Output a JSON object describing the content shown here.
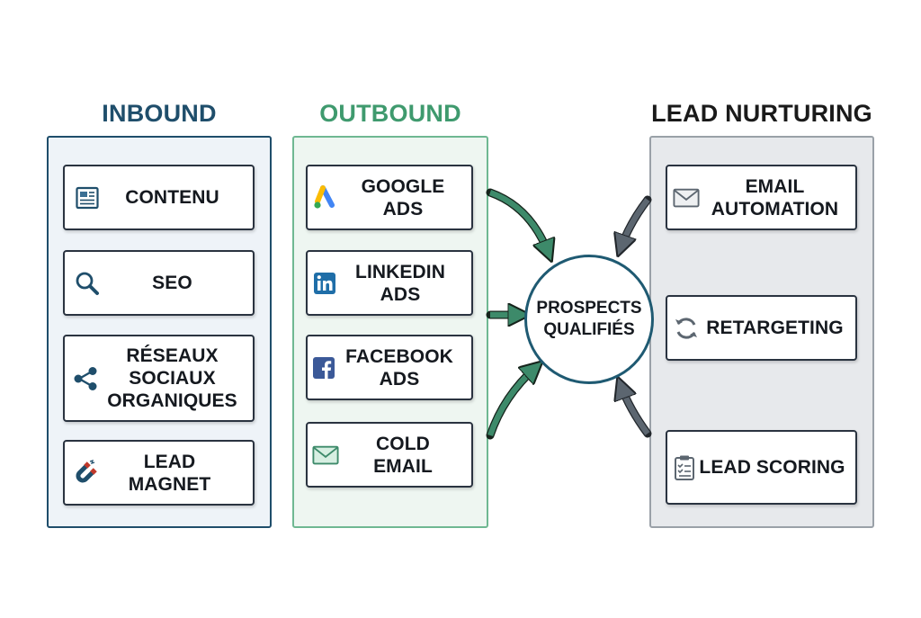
{
  "inbound": {
    "title": "INBOUND",
    "items": [
      {
        "label": "CONTENU",
        "icon": "newspaper-icon"
      },
      {
        "label": "SEO",
        "icon": "magnifier-icon"
      },
      {
        "label": "RÉSEAUX\nSOCIAUX\nORGANIQUES",
        "icon": "share-icon"
      },
      {
        "label": "LEAD MAGNET",
        "icon": "magnet-icon"
      }
    ]
  },
  "outbound": {
    "title": "OUTBOUND",
    "items": [
      {
        "label": "GOOGLE ADS",
        "icon": "google-ads-icon"
      },
      {
        "label": "LINKEDIN\nADS",
        "icon": "linkedin-icon"
      },
      {
        "label": "FACEBOOK\nADS",
        "icon": "facebook-icon"
      },
      {
        "label": "COLD EMAIL",
        "icon": "envelope-icon"
      }
    ]
  },
  "nurturing": {
    "title": "LEAD NURTURING",
    "items": [
      {
        "label": "EMAIL\nAUTOMATION",
        "icon": "envelope-icon"
      },
      {
        "label": "RETARGETING",
        "icon": "refresh-icon"
      },
      {
        "label": "LEAD SCORING",
        "icon": "clipboard-icon"
      }
    ]
  },
  "hub": {
    "label": "PROSPECTS\nQUALIFIÉS"
  },
  "colors": {
    "inbound": "#1f4e6b",
    "outbound": "#3f9a6e",
    "nurturing": "#1a1a1a",
    "arrow_green": "#3d8a6a",
    "arrow_gray": "#5c6670"
  }
}
